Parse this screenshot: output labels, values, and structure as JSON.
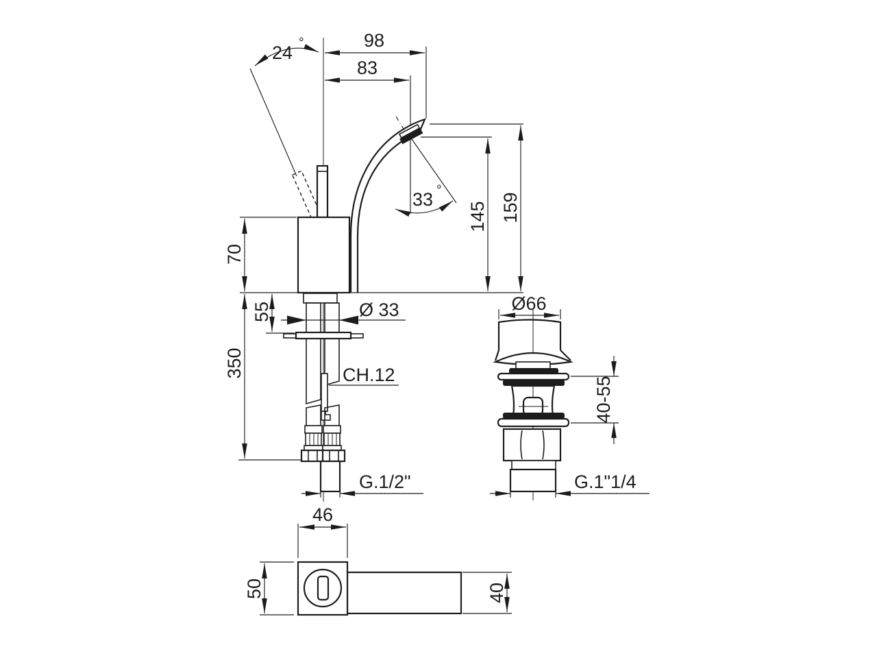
{
  "drawing": {
    "type": "technical-dimension-drawing",
    "subject": "single-lever basin mixer tap with pop-up waste drain",
    "colors": {
      "background": "#ffffff",
      "line": "#1c1c1c"
    },
    "views": {
      "front_view": "faucet side elevation with supply hoses",
      "drain_view": "pop-up waste drain elevation",
      "top_view": "faucet plan view"
    }
  },
  "labels": {
    "degree": "°",
    "handle_angle": "24",
    "spout_angle": "33",
    "spout_reach_outer": "98",
    "spout_reach_aerator": "83",
    "aerator_height": "145",
    "spout_height": "159",
    "body_height": "70",
    "deck_thickness": "55",
    "hose_length": "350",
    "body_diameter": "Ø 33",
    "stud_wrench": "CH.12",
    "inlet_thread": "G.1/2\"",
    "drain_cap_diameter": "Ø66",
    "drain_clamp_range": "40-55",
    "drain_thread": "G.1\"1/4",
    "body_width": "46",
    "body_depth": "50",
    "spout_width": "40"
  }
}
